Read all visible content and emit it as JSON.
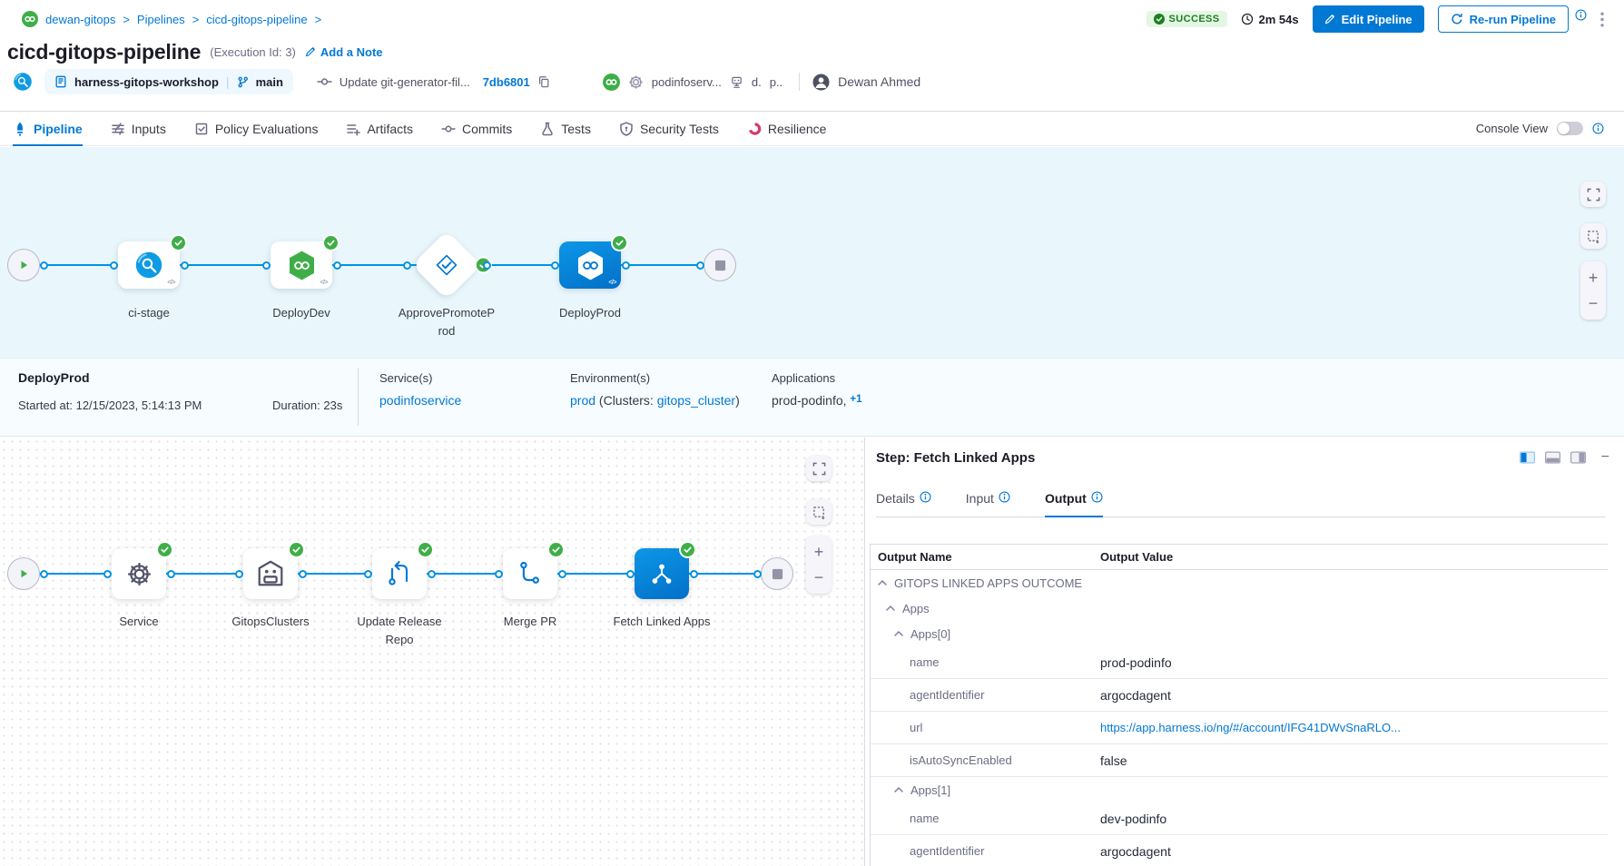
{
  "breadcrumb": {
    "items": [
      "dewan-gitops",
      "Pipelines",
      "cicd-gitops-pipeline"
    ]
  },
  "header": {
    "status": "SUCCESS",
    "duration": "2m 54s",
    "edit_button": "Edit Pipeline",
    "rerun_button": "Re-run Pipeline"
  },
  "title": {
    "name": "cicd-gitops-pipeline",
    "execution_id": "(Execution Id: 3)",
    "add_note": "Add a Note"
  },
  "meta": {
    "repo": "harness-gitops-workshop",
    "branch": "main",
    "commit_message": "Update git-generator-fil...",
    "commit_sha": "7db6801",
    "service": "podinfoserv...",
    "env_short_a": "d.",
    "env_short_b": "p..",
    "user": "Dewan Ahmed"
  },
  "main_tabs": [
    {
      "label": "Pipeline",
      "icon": "pipeline-icon",
      "active": true
    },
    {
      "label": "Inputs",
      "icon": "inputs-icon"
    },
    {
      "label": "Policy Evaluations",
      "icon": "policy-icon"
    },
    {
      "label": "Artifacts",
      "icon": "artifacts-icon"
    },
    {
      "label": "Commits",
      "icon": "commits-icon"
    },
    {
      "label": "Tests",
      "icon": "tests-icon"
    },
    {
      "label": "Security Tests",
      "icon": "security-icon"
    },
    {
      "label": "Resilience",
      "icon": "resilience-icon"
    }
  ],
  "console_view": {
    "label": "Console View"
  },
  "top_graph": {
    "nodes": [
      {
        "label": "ci-stage",
        "icon": "build-stage-icon",
        "shape": "rect"
      },
      {
        "label": "DeployDev",
        "icon": "gitops-green-icon",
        "shape": "rect"
      },
      {
        "label": "ApprovePromoteProd",
        "icon": "approval-icon",
        "shape": "diamond"
      },
      {
        "label": "DeployProd",
        "icon": "gitops-white-icon",
        "shape": "rect",
        "selected": true
      }
    ]
  },
  "stage_info": {
    "name": "DeployProd",
    "started": "Started at: 12/15/2023, 5:14:13 PM",
    "duration": "Duration: 23s",
    "services_label": "Service(s)",
    "service_link": "podinfoservice",
    "environments_label": "Environment(s)",
    "environment_link": "prod",
    "clusters_prefix": "(Clusters:",
    "cluster_link": "gitops_cluster",
    "clusters_suffix": ")",
    "applications_label": "Applications",
    "applications_value": "prod-podinfo,",
    "applications_more": "+1"
  },
  "bottom_graph": {
    "nodes": [
      {
        "label": "Service",
        "icon": "gear-icon"
      },
      {
        "label": "GitopsClusters",
        "icon": "clusters-icon"
      },
      {
        "label": "Update Release Repo",
        "icon": "update-repo-icon"
      },
      {
        "label": "Merge PR",
        "icon": "merge-pr-icon"
      },
      {
        "label": "Fetch Linked Apps",
        "icon": "linked-apps-icon",
        "selected": true
      }
    ]
  },
  "step_panel": {
    "title": "Step: Fetch Linked Apps",
    "tabs": [
      {
        "label": "Details"
      },
      {
        "label": "Input"
      },
      {
        "label": "Output",
        "active": true
      }
    ],
    "table": {
      "name_header": "Output Name",
      "value_header": "Output Value",
      "rows": [
        {
          "type": "group",
          "indent": 0,
          "name": "GITOPS LINKED APPS OUTCOME"
        },
        {
          "type": "group",
          "indent": 1,
          "name": "Apps"
        },
        {
          "type": "group",
          "indent": 2,
          "name": "Apps[0]"
        },
        {
          "type": "kv",
          "name": "name",
          "value": "prod-podinfo"
        },
        {
          "type": "kv",
          "name": "agentIdentifier",
          "value": "argocdagent"
        },
        {
          "type": "kv",
          "name": "url",
          "value": "https://app.harness.io/ng/#/account/IFG41DWvSnaRLO...",
          "link": true
        },
        {
          "type": "kv",
          "name": "isAutoSyncEnabled",
          "value": "false"
        },
        {
          "type": "group",
          "indent": 2,
          "name": "Apps[1]"
        },
        {
          "type": "kv",
          "name": "name",
          "value": "dev-podinfo"
        },
        {
          "type": "kv",
          "name": "agentIdentifier",
          "value": "argocdagent"
        }
      ]
    }
  },
  "colors": {
    "accent": "#0278d5",
    "success_green": "#3fae49",
    "badge_bg": "#e4f7e4",
    "badge_text": "#1e7d24",
    "resilience_pink": "#d9386b",
    "canvas_blue": "#e9f7fd"
  }
}
